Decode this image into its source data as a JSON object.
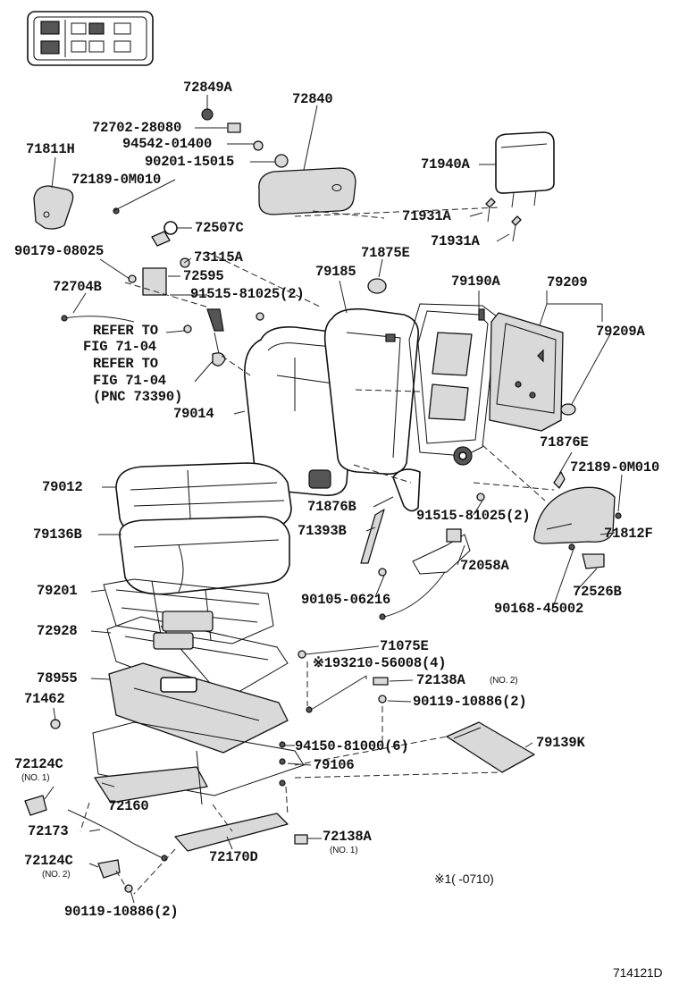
{
  "diagram": {
    "id": "714121D",
    "footnote": "※1(       -0710)",
    "parts": [
      {
        "key": "p72849a",
        "label": "72849A"
      },
      {
        "key": "p72840",
        "label": "72840"
      },
      {
        "key": "p72702",
        "label": "72702-28080"
      },
      {
        "key": "p94542",
        "label": "94542-01400"
      },
      {
        "key": "p90201",
        "label": "90201-15015"
      },
      {
        "key": "p71811h",
        "label": "71811H"
      },
      {
        "key": "p72189a",
        "label": "72189-0M010"
      },
      {
        "key": "p71940a",
        "label": "71940A"
      },
      {
        "key": "p71931a1",
        "label": "71931A"
      },
      {
        "key": "p71931a2",
        "label": "71931A"
      },
      {
        "key": "p72507c",
        "label": "72507C"
      },
      {
        "key": "p90179",
        "label": "90179-08025"
      },
      {
        "key": "p73115a",
        "label": "73115A"
      },
      {
        "key": "p71875e",
        "label": "71875E"
      },
      {
        "key": "p79185",
        "label": "79185"
      },
      {
        "key": "p72595",
        "label": "72595"
      },
      {
        "key": "p72704b",
        "label": "72704B"
      },
      {
        "key": "p91515a",
        "label": "91515-81025(2)"
      },
      {
        "key": "p79190a",
        "label": "79190A"
      },
      {
        "key": "p79209",
        "label": "79209"
      },
      {
        "key": "p79209a",
        "label": "79209A"
      },
      {
        "key": "p_ref1a",
        "label": "REFER TO"
      },
      {
        "key": "p_ref1b",
        "label": "FIG 71-04"
      },
      {
        "key": "p_ref2a",
        "label": "REFER TO"
      },
      {
        "key": "p_ref2b",
        "label": "FIG 71-04"
      },
      {
        "key": "p_ref2c",
        "label": "(PNC 73390)"
      },
      {
        "key": "p79014",
        "label": "79014"
      },
      {
        "key": "p71876e",
        "label": "71876E"
      },
      {
        "key": "p72189b",
        "label": "72189-0M010"
      },
      {
        "key": "p79012",
        "label": "79012"
      },
      {
        "key": "p71876b",
        "label": "71876B"
      },
      {
        "key": "p91515b",
        "label": "91515-81025(2)"
      },
      {
        "key": "p79136b",
        "label": "79136B"
      },
      {
        "key": "p71393b",
        "label": "71393B"
      },
      {
        "key": "p71812f",
        "label": "71812F"
      },
      {
        "key": "p72058a",
        "label": "72058A"
      },
      {
        "key": "p79201",
        "label": "79201"
      },
      {
        "key": "p72526b",
        "label": "72526B"
      },
      {
        "key": "p90105",
        "label": "90105-06216"
      },
      {
        "key": "p90168",
        "label": "90168-45002"
      },
      {
        "key": "p72928",
        "label": "72928"
      },
      {
        "key": "p71075e",
        "label": "71075E"
      },
      {
        "key": "p193210",
        "label": "※193210-56008(4)"
      },
      {
        "key": "p78955",
        "label": "78955"
      },
      {
        "key": "p72138a1",
        "label": "72138A"
      },
      {
        "key": "p72138a1n",
        "label": "(NO. 2)"
      },
      {
        "key": "p71462",
        "label": "71462"
      },
      {
        "key": "p90119a",
        "label": "90119-10886(2)"
      },
      {
        "key": "p94150",
        "label": "94150-81000(6)"
      },
      {
        "key": "p79139k",
        "label": "79139K"
      },
      {
        "key": "p72124c1",
        "label": "72124C"
      },
      {
        "key": "p72124c1n",
        "label": "(NO. 1)"
      },
      {
        "key": "p79106",
        "label": "79106"
      },
      {
        "key": "p72160",
        "label": "72160"
      },
      {
        "key": "p72173",
        "label": "72173"
      },
      {
        "key": "p72138a2",
        "label": "72138A"
      },
      {
        "key": "p72138a2n",
        "label": "(NO. 1)"
      },
      {
        "key": "p72170d",
        "label": "72170D"
      },
      {
        "key": "p72124c2",
        "label": "72124C"
      },
      {
        "key": "p72124c2n",
        "label": "(NO. 2)"
      },
      {
        "key": "p90119b",
        "label": "90119-10886(2)"
      }
    ]
  }
}
